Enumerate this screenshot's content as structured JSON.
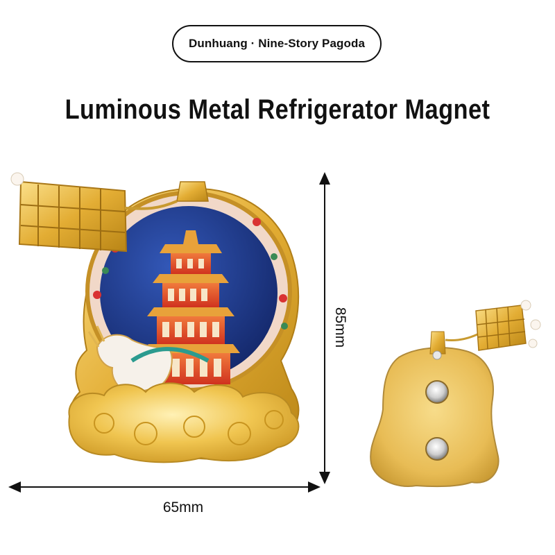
{
  "header": {
    "pill_text": "Dunhuang · Nine-Story Pagoda",
    "title": "Luminous Metal Refrigerator Magnet"
  },
  "dimensions": {
    "width_label": "65mm",
    "height_label": "85mm"
  },
  "colors": {
    "gold": "#e6b83a",
    "enamel_blue": "#1d3a8a",
    "pagoda_red": "#d8452c",
    "cloud_gold": "#f2cc63"
  }
}
